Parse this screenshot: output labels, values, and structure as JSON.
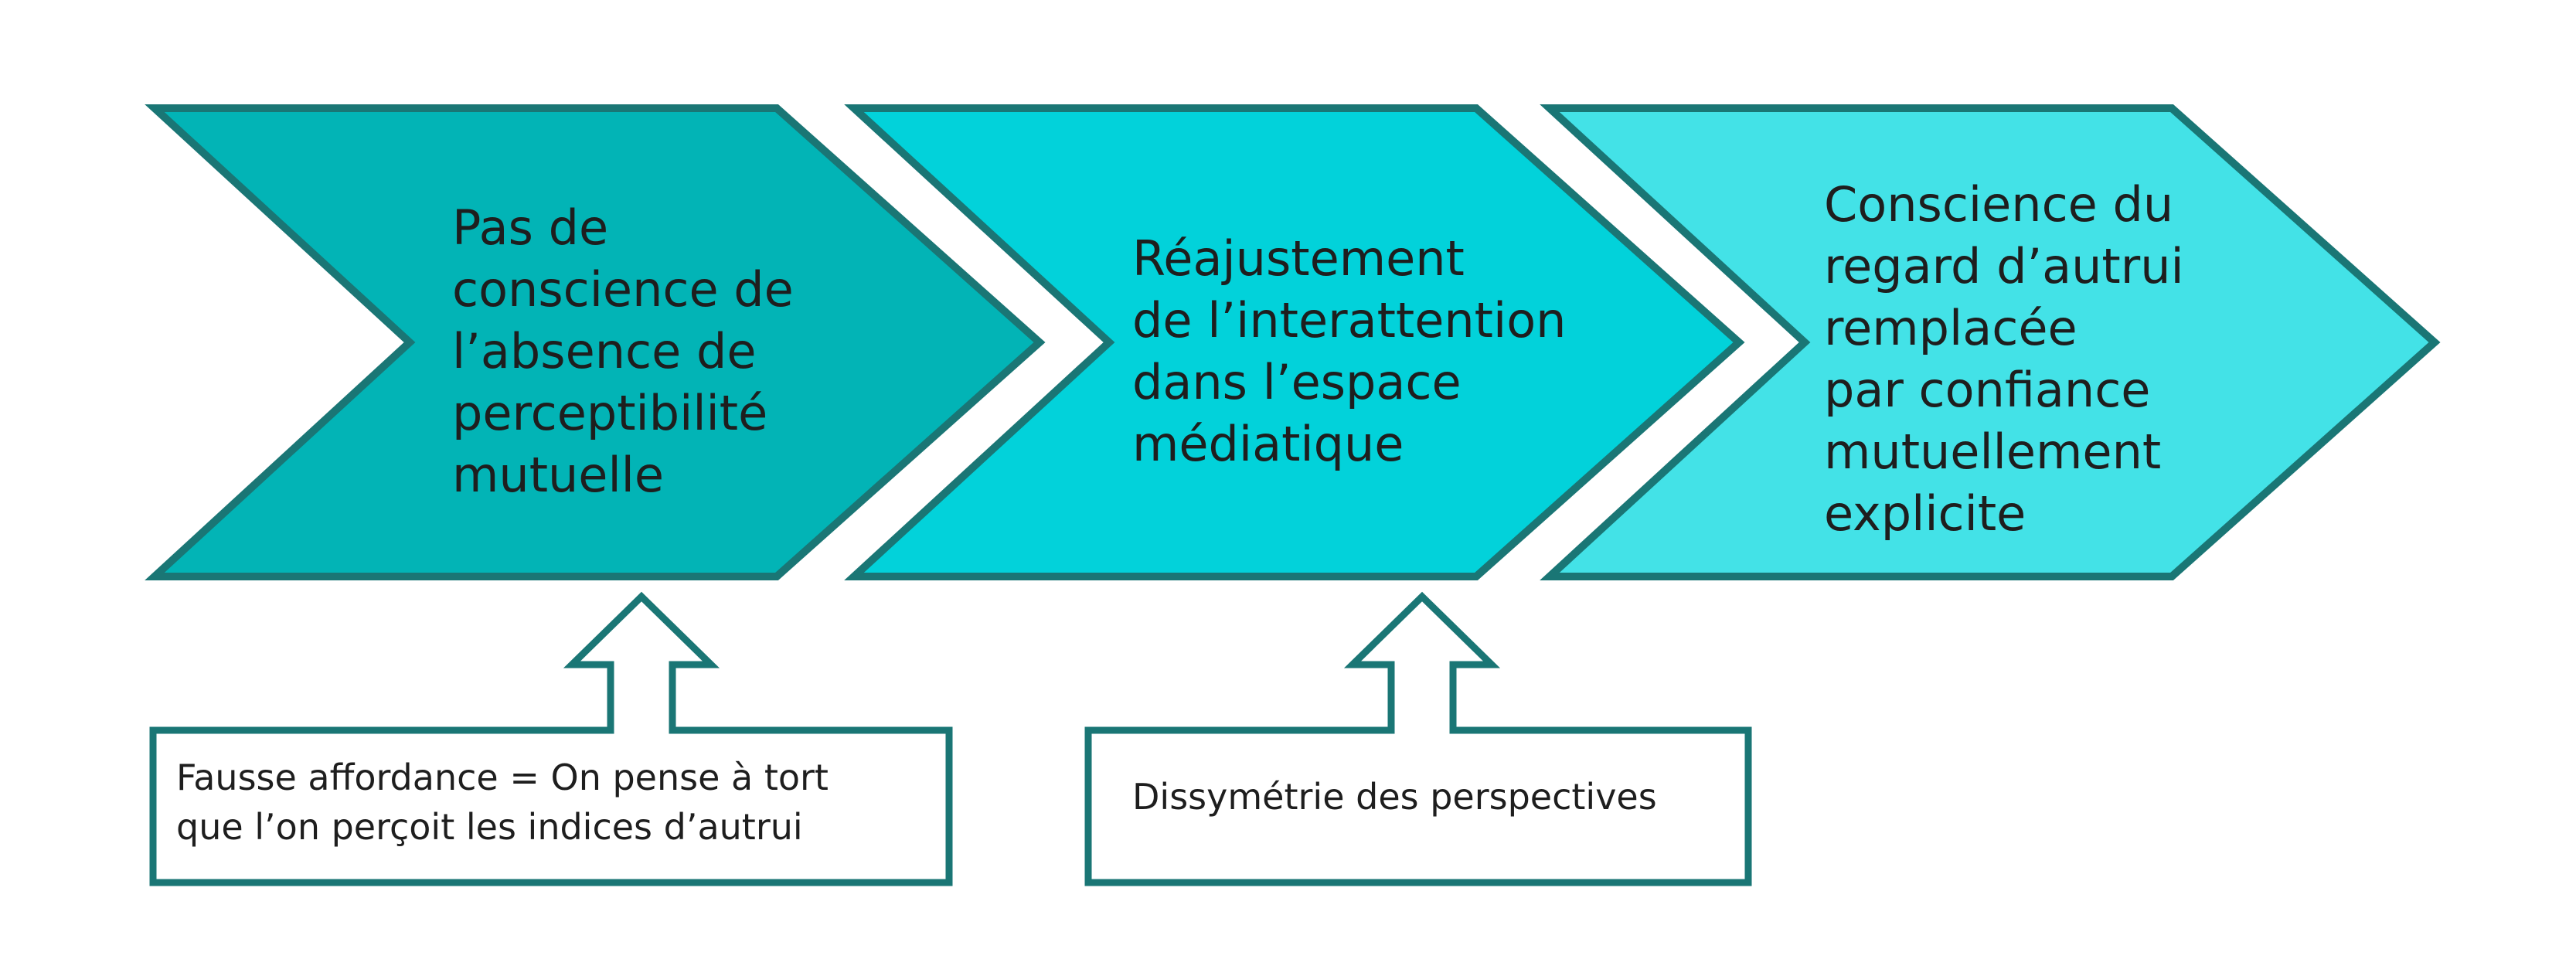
{
  "colors": {
    "outline": "#1a7675",
    "chevron_1_fill": "#02b4b6",
    "chevron_2_fill": "#02d2da",
    "chevron_3_fill": "#43e2e7",
    "callout_fill": "#ffffff",
    "text": "#1e1e1e"
  },
  "chevrons": [
    {
      "lines": [
        "Pas de",
        "conscience de",
        "l’absence de",
        "perceptibilité",
        "mutuelle"
      ]
    },
    {
      "lines": [
        "Réajustement",
        "de l’interattention",
        "dans l’espace",
        "médiatique"
      ]
    },
    {
      "lines": [
        "Conscience du",
        "regard d’autrui",
        "remplacée",
        "par confiance",
        "mutuellement",
        "explicite"
      ]
    }
  ],
  "callouts": [
    {
      "lines": [
        "Fausse affordance = On pense à tort",
        "que l’on perçoit les indices d’autrui"
      ]
    },
    {
      "lines": [
        "Dissymétrie des perspectives"
      ]
    }
  ]
}
